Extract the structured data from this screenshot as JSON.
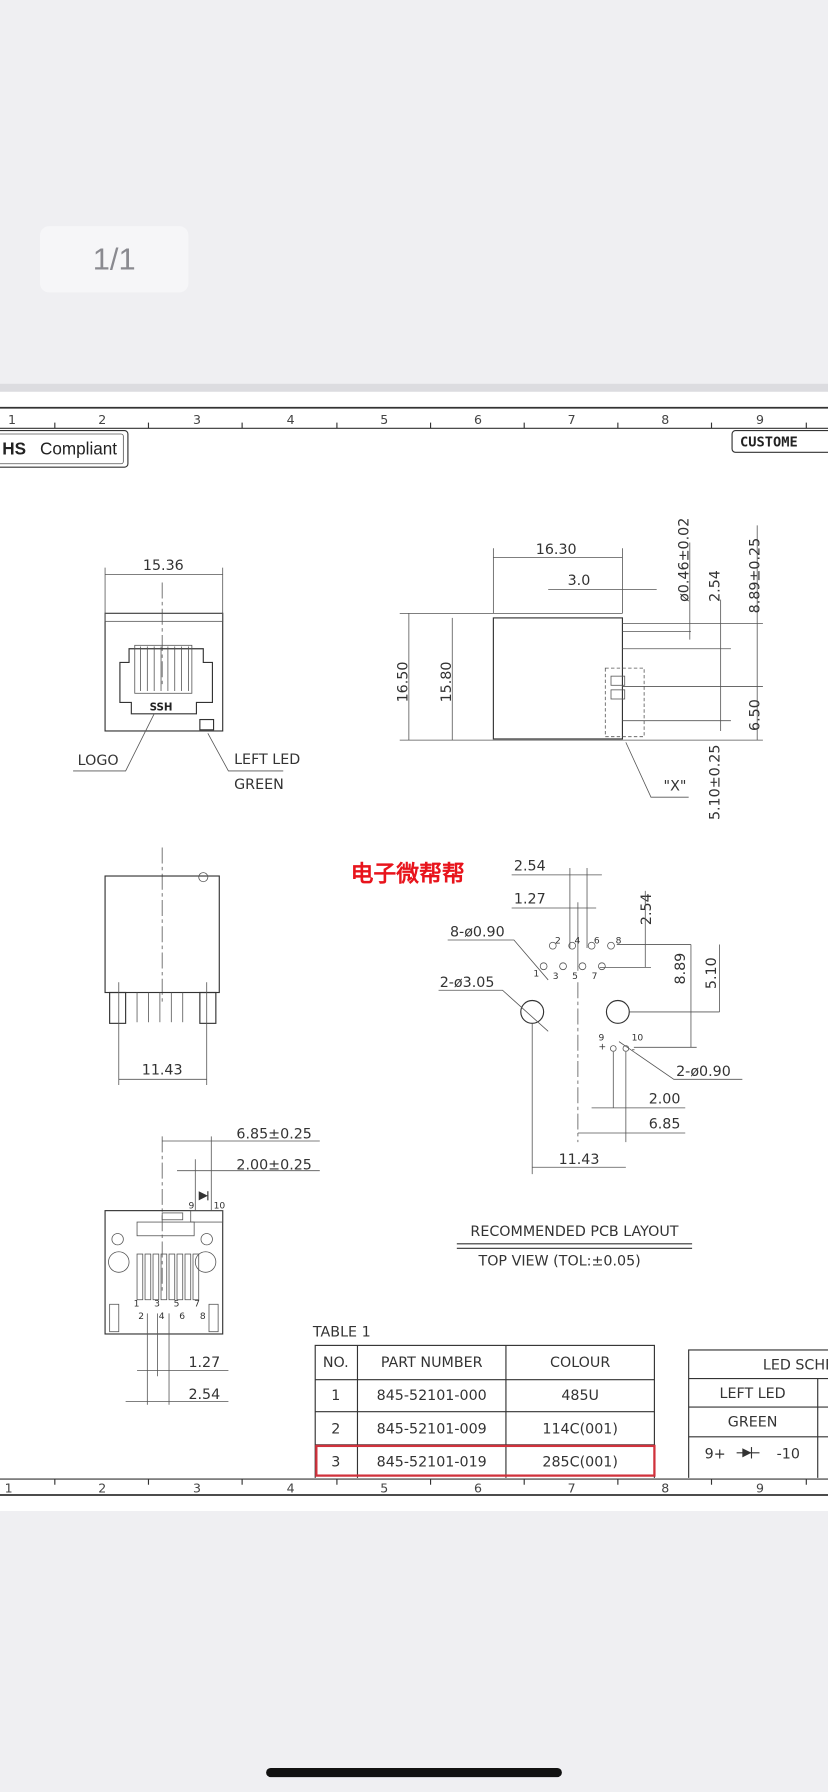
{
  "viewer": {
    "page_indicator": "1/1"
  },
  "drawing": {
    "ruler_numbers": [
      "1",
      "2",
      "3",
      "4",
      "5",
      "6",
      "7",
      "8",
      "9"
    ],
    "rohs": {
      "bold": "HS",
      "text": "Compliant"
    },
    "customer_box": "CUSTOME",
    "watermark": "电子微帮帮",
    "front_view": {
      "width_dim": "15.36",
      "logo_text": "SSH",
      "logo_label": "LOGO",
      "led_label": "LEFT LED",
      "led_color": "GREEN"
    },
    "side_view": {
      "length_dim": "16.30",
      "offset_dim": "3.0",
      "height_outer": "16.50",
      "height_inner": "15.80",
      "pin_dia": "ø0.46±0.02",
      "pitch": "2.54",
      "pin_height": "8.89±0.25",
      "led_height": "6.50",
      "led_pin": "5.10±0.25",
      "detail_label": "\"X\""
    },
    "bottom_view": {
      "pin_span": "11.43"
    },
    "pcb_layout": {
      "pitch_2": "2.54",
      "pitch_1": "1.27",
      "row_offset": "2.54",
      "signal_holes": "8-ø0.90",
      "mount_holes": "2-ø3.05",
      "led_holes": "2-ø0.90",
      "dim_889": "8.89",
      "dim_510": "5.10",
      "dim_200": "2.00",
      "dim_685": "6.85",
      "dim_1143": "11.43",
      "top_pins": [
        "2",
        "4",
        "6",
        "8"
      ],
      "bottom_pins": [
        "1",
        "3",
        "5",
        "7"
      ],
      "led_pins": [
        "9",
        "10"
      ],
      "led_signs": [
        "+",
        "-"
      ],
      "title": "RECOMMENDED PCB LAYOUT",
      "subtitle": "TOP VIEW (TOL:±0.05)"
    },
    "rear_view": {
      "dim_685": "6.85±0.25",
      "dim_200": "2.00±0.25",
      "dim_127": "1.27",
      "dim_254": "2.54",
      "led_pins": [
        "9",
        "10"
      ],
      "pins_top": [
        "1",
        "3",
        "5",
        "7"
      ],
      "pins_bottom": [
        "2",
        "4",
        "6",
        "8"
      ]
    },
    "table1": {
      "title": "TABLE 1",
      "headers": [
        "NO.",
        "PART NUMBER",
        "COLOUR"
      ],
      "rows": [
        {
          "no": "1",
          "part": "845-52101-000",
          "colour": "485U"
        },
        {
          "no": "2",
          "part": "845-52101-009",
          "colour": "114C(001)"
        },
        {
          "no": "3",
          "part": "845-52101-019",
          "colour": "285C(001)"
        }
      ],
      "highlight_color": "#d0323c"
    },
    "led_table": {
      "header": "LED SCHE",
      "col": "LEFT LED",
      "color": "GREEN",
      "schematic_left": "9+",
      "schematic_right": "-10"
    }
  }
}
